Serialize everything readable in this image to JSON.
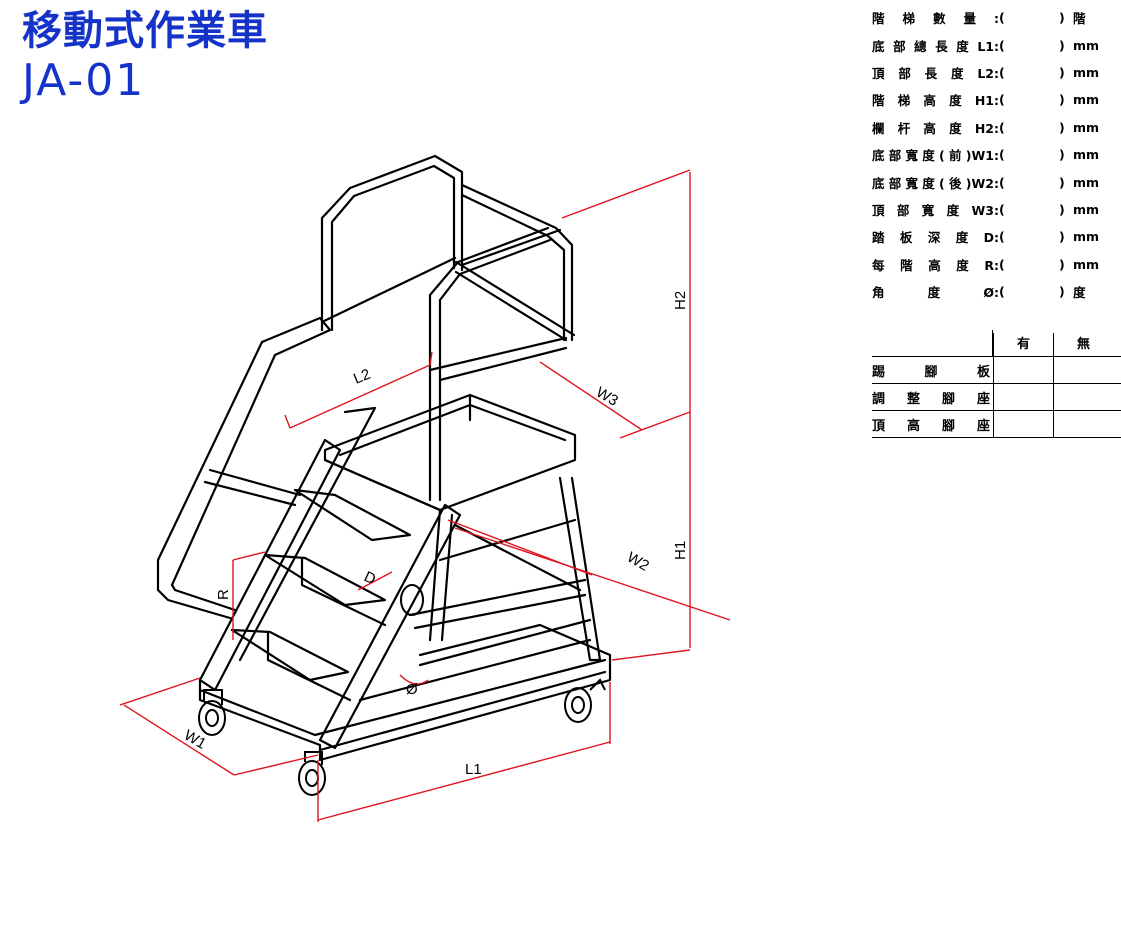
{
  "title": {
    "name": "移動式作業車",
    "code": "JA-01"
  },
  "specs": [
    {
      "label": "階梯數量:",
      "unit": "階"
    },
    {
      "label": "底部總長度L1:",
      "unit": "mm"
    },
    {
      "label": "頂部長度L2:",
      "unit": "mm"
    },
    {
      "label": "階梯高度H1:",
      "unit": "mm"
    },
    {
      "label": "欄杆高度H2:",
      "unit": "mm"
    },
    {
      "label": "底部寬度(前)W1:",
      "unit": "mm"
    },
    {
      "label": "底部寬度(後)W2:",
      "unit": "mm"
    },
    {
      "label": "頂部寬度W3:",
      "unit": "mm"
    },
    {
      "label": "踏板深度D:",
      "unit": "mm"
    },
    {
      "label": "每階高度R:",
      "unit": "mm"
    },
    {
      "label": "角度Ø:",
      "unit": "度"
    }
  ],
  "paren_open": "(",
  "paren_close": ")",
  "options": {
    "yes_label": "有",
    "no_label": "無",
    "rows": [
      "踢腳板",
      "調整腳座",
      "頂高腳座"
    ]
  },
  "dimensions": {
    "H2": "H2",
    "H1": "H1",
    "L1": "L1",
    "L2": "L2",
    "W1": "W1",
    "W2": "W2",
    "W3": "W3",
    "D": "D",
    "R": "R",
    "angle": "Ø"
  },
  "colors": {
    "title": "#1533c8",
    "dimension": "#e0141e",
    "frame": "#000000"
  }
}
